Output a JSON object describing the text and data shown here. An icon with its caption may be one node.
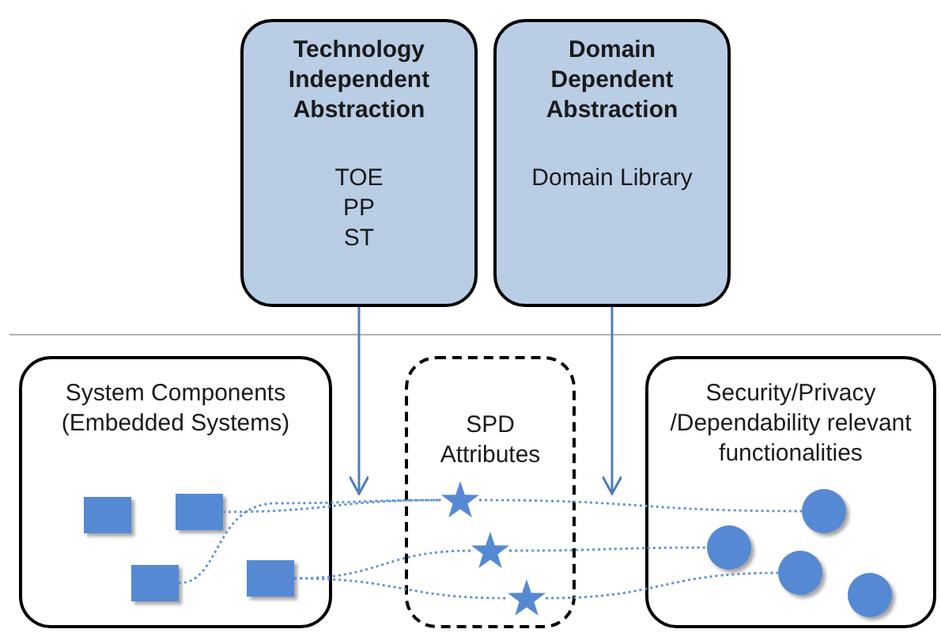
{
  "diagram": {
    "nodes": [
      {
        "text": [
          "Technology Independent Abstraction",
          "TOE",
          "PP",
          "ST"
        ]
      },
      {
        "text": [
          "Domain Dependent Abstraction",
          "Domain Library"
        ]
      },
      {
        "text": [
          "System Components (Embedded Systems)"
        ]
      },
      {
        "text": [
          "SPD Attributes"
        ]
      },
      {
        "text": [
          "Security/Privacy /Dependability relevant functionalities"
        ]
      },
      {
        "text": [],
        "shape": "box",
        "in": 2
      },
      {
        "text": [],
        "shape": "box",
        "in": 2
      },
      {
        "text": [],
        "shape": "box",
        "in": 2
      },
      {
        "text": [],
        "shape": "box",
        "in": 2
      },
      {
        "text": [],
        "shape": "star",
        "in": 3
      },
      {
        "text": [],
        "shape": "star",
        "in": 3
      },
      {
        "text": [],
        "shape": "star",
        "in": 3
      },
      {
        "text": [],
        "shape": "circle",
        "in": 4
      },
      {
        "text": [],
        "shape": "circle",
        "in": 4
      },
      {
        "text": [],
        "shape": "circle",
        "in": 4
      },
      {
        "text": [],
        "shape": "circle",
        "in": 4
      }
    ],
    "edges": [
      {
        "from": 0,
        "to": 2,
        "arrow": "to"
      },
      {
        "from": 1,
        "to": 3,
        "arrow": "to"
      },
      {
        "from": 6,
        "to": 9,
        "arrow": "none",
        "style": "dashed"
      },
      {
        "from": 7,
        "to": 9,
        "arrow": "none",
        "style": "dashed"
      },
      {
        "from": 9,
        "to": 12,
        "arrow": "none",
        "style": "dashed"
      },
      {
        "from": 8,
        "to": 10,
        "arrow": "none",
        "style": "dashed"
      },
      {
        "from": 10,
        "to": 13,
        "arrow": "none",
        "style": "dashed"
      },
      {
        "from": 8,
        "to": 11,
        "arrow": "none",
        "style": "dashed"
      },
      {
        "from": 11,
        "to": 14,
        "arrow": "none",
        "style": "dashed"
      }
    ]
  }
}
